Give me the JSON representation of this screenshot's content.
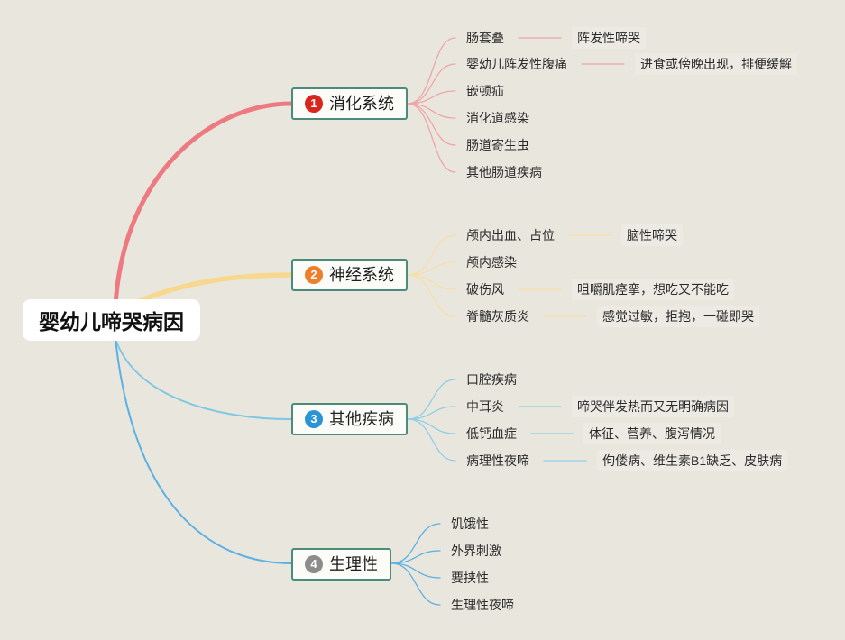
{
  "root": {
    "label": "婴幼儿啼哭病因"
  },
  "theme": {
    "background": "#e9e6de",
    "topic_border": "#4a8b7c",
    "root_fill": "#ffffff"
  },
  "branches": [
    {
      "number": "1",
      "label": "消化系统",
      "badge_color": "#d8261d",
      "line_color": "#ec7a80",
      "sub_line_color": "#f0a5a8",
      "children": [
        {
          "label": "肠套叠",
          "detail": "阵发性啼哭"
        },
        {
          "label": "婴幼儿阵发性腹痛",
          "detail": "进食或傍晚出现，排便缓解"
        },
        {
          "label": "嵌顿疝"
        },
        {
          "label": "消化道感染"
        },
        {
          "label": "肠道寄生虫"
        },
        {
          "label": "其他肠道疾病"
        }
      ]
    },
    {
      "number": "2",
      "label": "神经系统",
      "badge_color": "#ee7e2a",
      "line_color": "#f8d88e",
      "sub_line_color": "#f6e0a6",
      "children": [
        {
          "label": "颅内出血、占位",
          "detail": "脑性啼哭"
        },
        {
          "label": "颅内感染"
        },
        {
          "label": "破伤风",
          "detail": "咀嚼肌痉挛，想吃又不能吃"
        },
        {
          "label": "脊髓灰质炎",
          "detail": "感觉过敏，拒抱，一碰即哭"
        }
      ]
    },
    {
      "number": "3",
      "label": "其他疾病",
      "badge_color": "#2b94d6",
      "line_color": "#7dc7e3",
      "sub_line_color": "#8ecfe7",
      "children": [
        {
          "label": "口腔疾病"
        },
        {
          "label": "中耳炎",
          "detail": "啼哭伴发热而又无明确病因"
        },
        {
          "label": "低钙血症",
          "detail": "体征、营养、腹泻情况"
        },
        {
          "label": "病理性夜啼",
          "detail": "佝偻病、维生素B1缺乏、皮肤病"
        }
      ]
    },
    {
      "number": "4",
      "label": "生理性",
      "badge_color": "#8c8c8c",
      "line_color": "#5cb0e4",
      "sub_line_color": "#5cb0e4",
      "children": [
        {
          "label": "饥饿性"
        },
        {
          "label": "外界刺激"
        },
        {
          "label": "要挟性"
        },
        {
          "label": "生理性夜啼"
        }
      ]
    }
  ]
}
